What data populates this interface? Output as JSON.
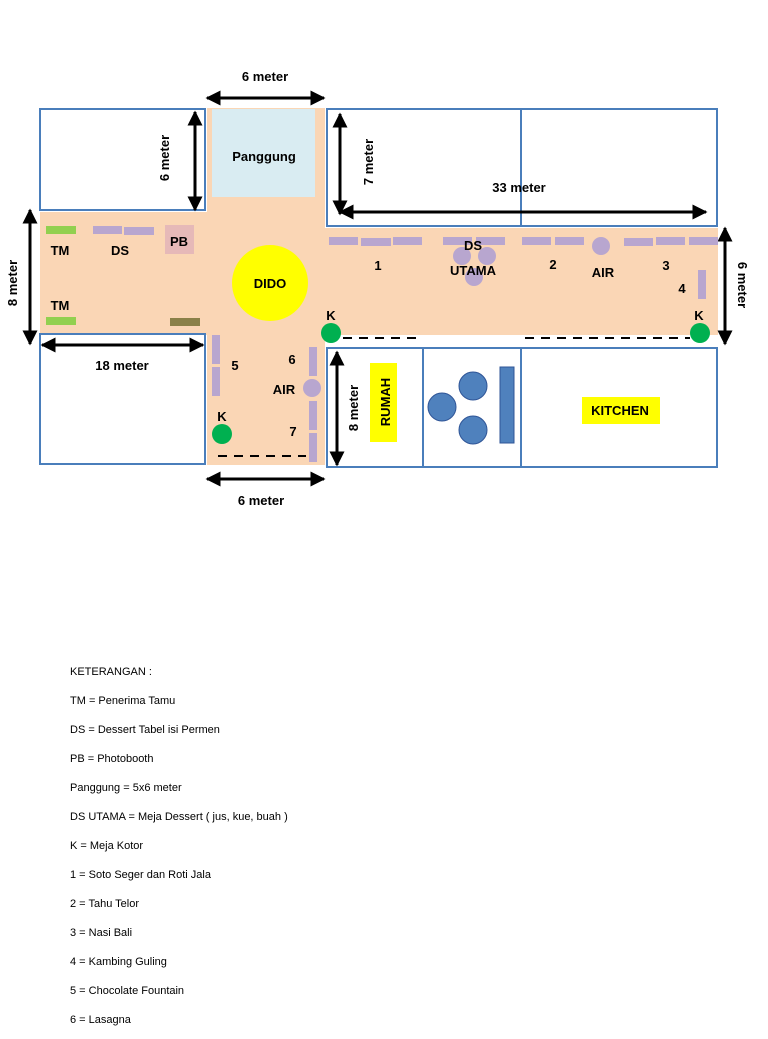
{
  "floorplan": {
    "labels": {
      "panggung": "Panggung",
      "dido": "DIDO",
      "rumah": "RUMAH",
      "kitchen": "KITCHEN",
      "tm_top": "TM",
      "tm_bottom": "TM",
      "ds": "DS",
      "pb": "PB",
      "ds_utama_line1": "DS",
      "ds_utama_line2": "UTAMA",
      "air_top": "AIR",
      "air_left": "AIR",
      "k_left": "K",
      "k_mid": "K",
      "k_right": "K",
      "stall_1": "1",
      "stall_2": "2",
      "stall_3": "3",
      "stall_4": "4",
      "stall_5": "5",
      "stall_6": "6",
      "stall_7": "7"
    },
    "dimensions": {
      "top_width": "6 meter",
      "stage_height": "6 meter",
      "upper_right_height": "7 meter",
      "total_length": "33 meter",
      "left_height": "8 meter",
      "right_height": "6 meter",
      "left_width": "18 meter",
      "rumah_height": "8 meter",
      "bottom_width": "6 meter"
    },
    "colors": {
      "floor": "#fad6b5",
      "outline": "#4a7ebb",
      "stage": "#d9ecf2",
      "highlight": "#ffff00",
      "table": "#b8a6cf",
      "green_table": "#92d050",
      "olive_table": "#8a8048",
      "dirty_table": "#00b050",
      "round_table": "#4f81bd",
      "pb_box": "#e6b9b8"
    }
  },
  "legend": {
    "title": "KETERANGAN :",
    "items": [
      "TM = Penerima Tamu",
      "DS = Dessert Tabel isi Permen",
      "PB = Photobooth",
      "Panggung = 5x6 meter",
      "DS UTAMA = Meja Dessert ( jus, kue, buah )",
      "K = Meja Kotor",
      "1 = Soto Seger dan Roti Jala",
      "2 = Tahu Telor",
      "3 = Nasi Bali",
      "4 = Kambing Guling",
      "5 = Chocolate Fountain",
      "6 = Lasagna"
    ]
  }
}
